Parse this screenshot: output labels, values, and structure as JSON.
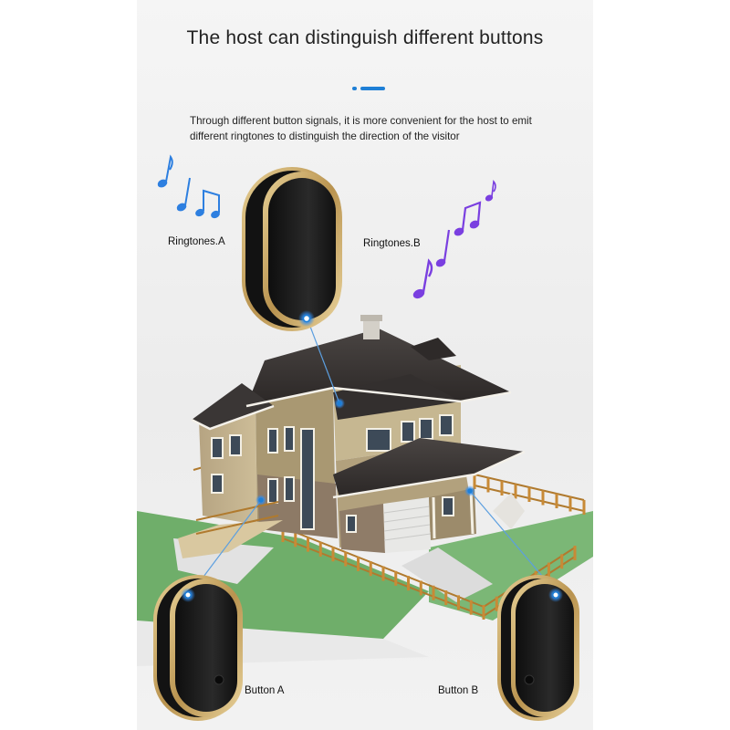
{
  "title": "The host can distinguish different buttons",
  "description": [
    "Through different button signals, it is more convenient for the host to emit",
    "different ringtones to distinguish the direction of the visitor"
  ],
  "labels": {
    "ringtone_a": "Ringtones.A",
    "ringtone_b": "Ringtones.B",
    "button_a": "Button A",
    "button_b": "Button B"
  },
  "colors": {
    "accent_blue": "#1e7fd6",
    "note_blue": "#2d7fe0",
    "note_purple": "#7a3fe0",
    "device_black": "#1a1a1a",
    "device_gold": "#c8a96a",
    "lawn_green": "#6fae6a",
    "roof_dark": "#3a3635"
  },
  "icons": [
    "music-note-icon",
    "doorbell-receiver",
    "doorbell-button",
    "house-illustration"
  ]
}
